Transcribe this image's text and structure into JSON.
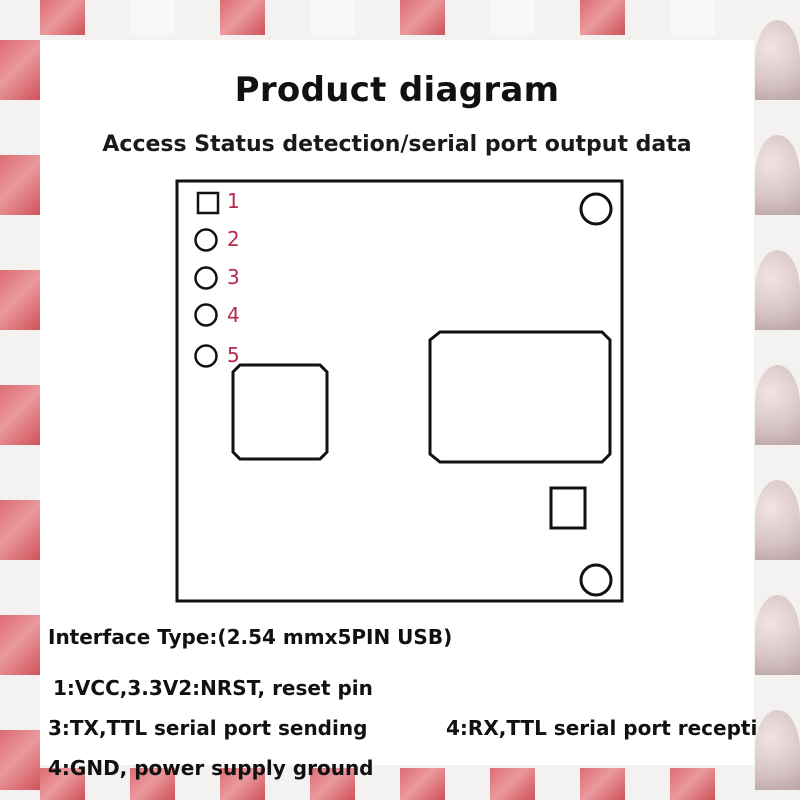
{
  "title": "Product diagram",
  "subtitle": "Access Status detection/serial port output data",
  "diagram": {
    "pin_labels": [
      "1",
      "2",
      "3",
      "4",
      "5"
    ],
    "pin_label_color": "#b5294a",
    "outline_color": "#111111"
  },
  "description": {
    "interface_type": "Interface Type:(2.54 mmx5PIN USB)",
    "pins_1_2": "1:VCC,3.3V2:NRST, reset pin",
    "pin_3": "3:TX,TTL serial port sending",
    "pin_4": "4:RX,TTL serial port recepti",
    "pin_5": "4:GND, power supply ground"
  },
  "colors": {
    "background_accent": "#d9545d",
    "panel": "#ffffff",
    "text": "#111111"
  }
}
